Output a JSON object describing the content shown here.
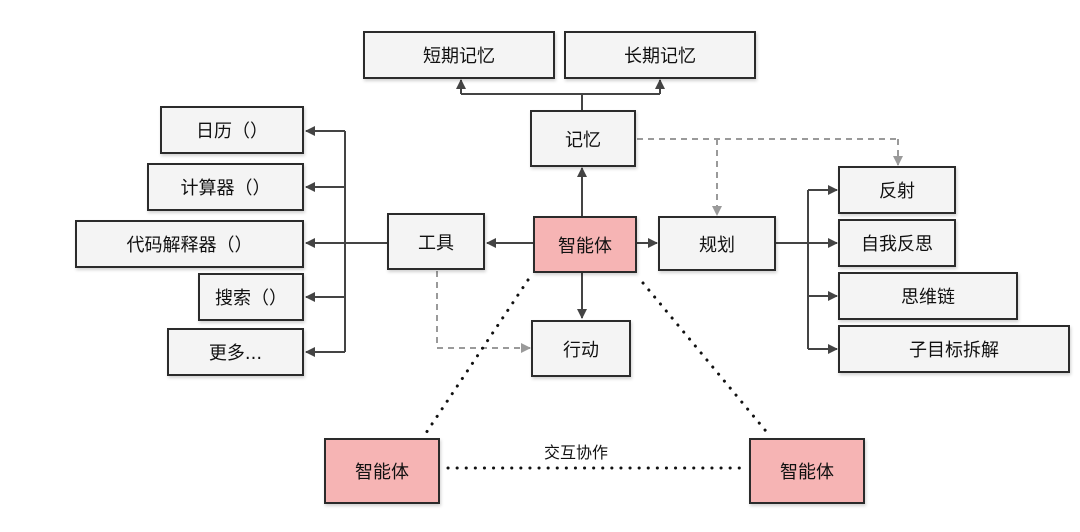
{
  "nodes": {
    "short_term_memory": "短期记忆",
    "long_term_memory": "长期记忆",
    "memory": "记忆",
    "calendar": "日历（）",
    "calculator": "计算器（）",
    "code_interpreter": "代码解释器（）",
    "search": "搜索（）",
    "more": "更多...",
    "tools": "工具",
    "agent": "智能体",
    "planning": "规划",
    "reflection": "反射",
    "self_critique": "自我反思",
    "chain_of_thought": "思维链",
    "subgoal_decomposition": "子目标拆解",
    "action": "行动",
    "agent_left": "智能体",
    "agent_right": "智能体"
  },
  "edges": {
    "collaboration_label": "交互协作"
  },
  "colors": {
    "agent_fill": "#f6b4b4",
    "node_fill": "#f4f4f4",
    "border": "#2b2b2b",
    "solid_arrow": "#444444",
    "dashed_arrow": "#9a9a9a",
    "dotted_line": "#111111"
  }
}
